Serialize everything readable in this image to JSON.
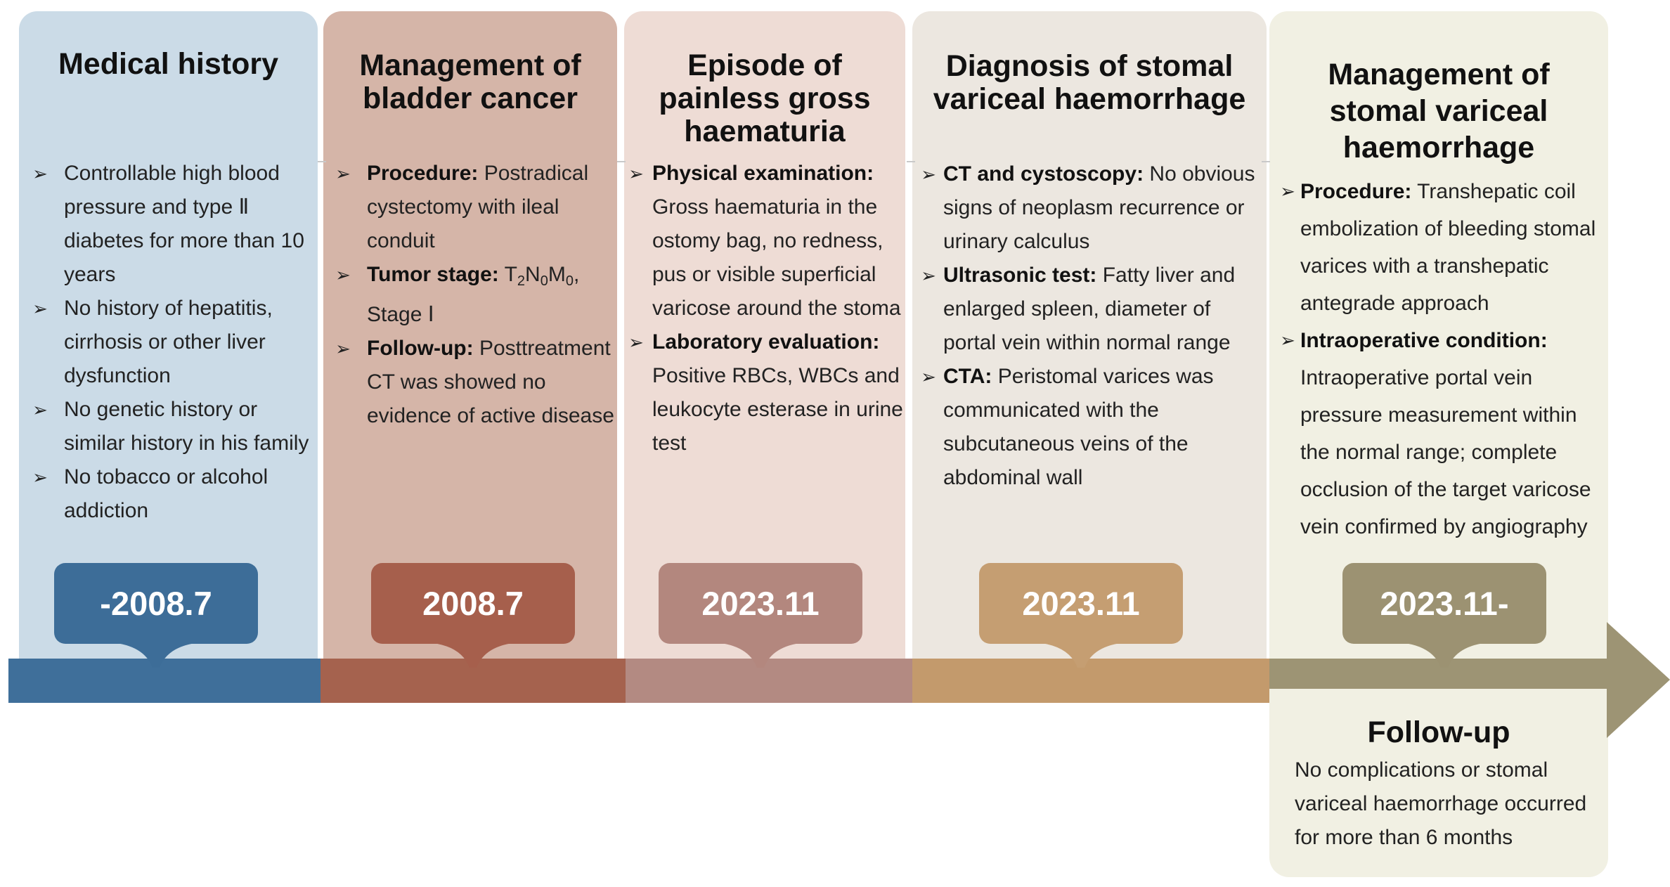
{
  "colors": {
    "panel1": "#cbdbe7",
    "band1": "#3f6f9a",
    "badge1": "#3d6d98",
    "panel2": "#d5b5a8",
    "band2": "#a5624e",
    "badge2": "#a65f4c",
    "panel3": "#eedcd5",
    "band3": "#b38a82",
    "badge3": "#b3877e",
    "panel4": "#ece7e0",
    "band4": "#c39a6c",
    "badge4": "#c59e72",
    "panel5": "#f1f0e3",
    "band5": "#9d9474",
    "badge5": "#9c9272"
  },
  "bullet_icon": "arrow-bullet-icon",
  "columns": [
    {
      "title_lines": [
        "Medical history"
      ],
      "date": "-2008.7",
      "bullets": [
        {
          "bold": "",
          "text": "Controllable high blood pressure and type Ⅱ diabetes for more than 10 years"
        },
        {
          "bold": "",
          "text": "No history of hepatitis, cirrhosis or other liver dysfunction"
        },
        {
          "bold": "",
          "text": "No genetic history or similar history in his family"
        },
        {
          "bold": "",
          "text": "No tobacco or alcohol addiction"
        }
      ]
    },
    {
      "title_lines": [
        "Management of",
        "bladder cancer"
      ],
      "date": "2008.7",
      "bullets": [
        {
          "bold": "Procedure:",
          "text": " Postradical cystectomy with ileal conduit"
        },
        {
          "bold": "Tumor stage:",
          "text": ""
        },
        {
          "bold": "Follow-up:",
          "text": " Posttreatment CT was showed no evidence of active disease"
        }
      ],
      "tumor_stage": {
        "t": "T",
        "t_sub": "2",
        "n": "N",
        "n_sub": "0",
        "m": "M",
        "m_sub": "0",
        "tail": ", Stage Ⅰ"
      }
    },
    {
      "title_lines": [
        "Episode of",
        "painless gross",
        "haematuria"
      ],
      "date": "2023.11",
      "bullets": [
        {
          "bold": "Physical examination:",
          "text": " Gross haematuria in the ostomy bag, no redness, pus or visible superficial varicose around the stoma"
        },
        {
          "bold": "Laboratory evaluation:",
          "text": " Positive RBCs, WBCs and leukocyte esterase in urine test"
        }
      ]
    },
    {
      "title_lines": [
        "Diagnosis of stomal",
        "variceal haemorrhage"
      ],
      "date": "2023.11",
      "bullets": [
        {
          "bold": "CT and cystoscopy:",
          "text": " No obvious signs of neoplasm recurrence or urinary calculus"
        },
        {
          "bold": "Ultrasonic test:",
          "text": " Fatty liver and enlarged spleen, diameter of portal vein within normal range"
        },
        {
          "bold": "CTA:",
          "text": " Peristomal varices was communicated with the subcutaneous veins of the abdominal wall"
        }
      ]
    },
    {
      "title_lines": [
        "Management of",
        "stomal variceal",
        "haemorrhage"
      ],
      "date": "2023.11-",
      "bullets": [
        {
          "bold": "Procedure:",
          "text": " Transhepatic coil embolization of bleeding stomal varices with a transhepatic antegrade approach"
        },
        {
          "bold": "Intraoperative condition:",
          "text": " Intraoperative portal vein pressure measurement within the normal range; complete occlusion of the target varicose vein confirmed by angiography"
        }
      ]
    }
  ],
  "follow_up": {
    "title": "Follow-up",
    "text": "No complications or stomal variceal haemorrhage occurred for more than 6 months"
  }
}
